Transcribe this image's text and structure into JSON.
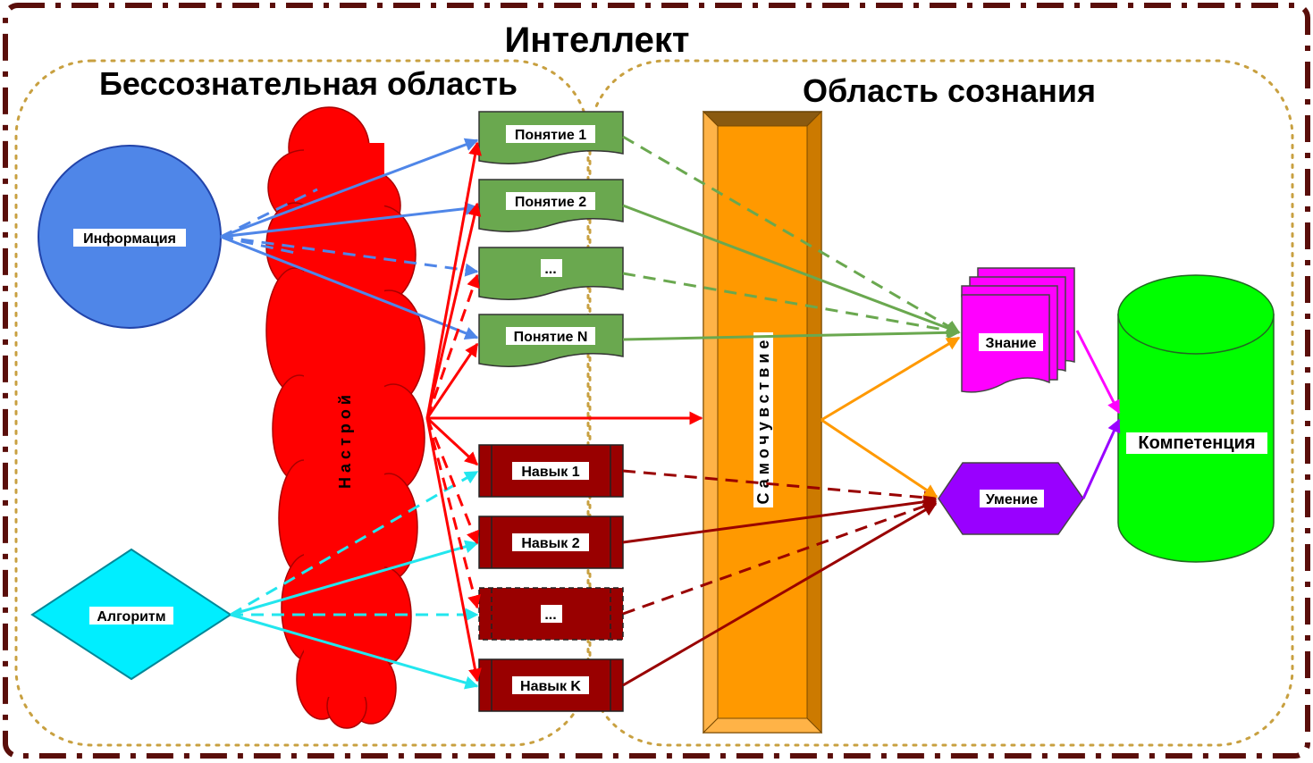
{
  "title": "Интеллект",
  "regions": {
    "unconscious": "Бессознательная область",
    "conscious": "Область сознания"
  },
  "sources": {
    "information": "Информация",
    "algorithm": "Алгоритм"
  },
  "mood": "Настрой",
  "concepts": [
    "Понятие 1",
    "Понятие 2",
    "...",
    "Понятие N"
  ],
  "skills": [
    "Навык 1",
    "Навык 2",
    "...",
    "Навык K"
  ],
  "wellbeing": "Самочувствие",
  "knowledge": "Знание",
  "ability": "Умение",
  "competence": "Компетенция",
  "colors": {
    "frame": "#5a0e0a",
    "region_border": "#c8a040",
    "information": "#4f86e8",
    "algorithm": "#00eeff",
    "mood": "#ff0000",
    "concept": "#6aa84f",
    "skill": "#990000",
    "wellbeing": "#ff9900",
    "knowledge": "#ff00ff",
    "ability": "#9900ff",
    "competence": "#00ff00"
  }
}
